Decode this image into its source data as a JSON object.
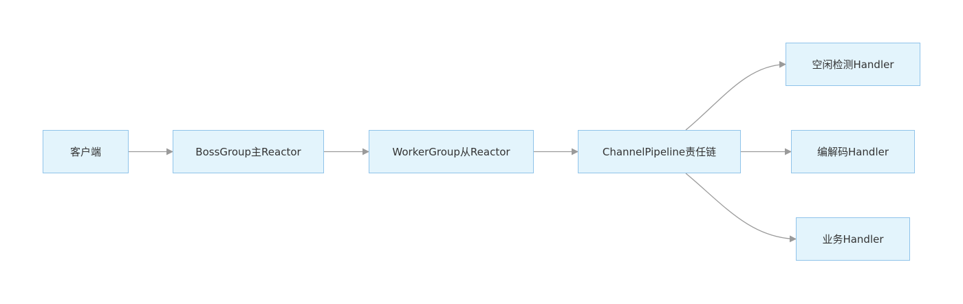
{
  "nodes": {
    "client": "客户端",
    "boss": "BossGroup主Reactor",
    "worker": "WorkerGroup从Reactor",
    "pipeline": "ChannelPipeline责任链",
    "idle_handler": "空闲检测Handler",
    "codec_handler": "编解码Handler",
    "business_handler": "业务Handler"
  },
  "edges": [
    {
      "from": "client",
      "to": "boss"
    },
    {
      "from": "boss",
      "to": "worker"
    },
    {
      "from": "worker",
      "to": "pipeline"
    },
    {
      "from": "pipeline",
      "to": "idle_handler"
    },
    {
      "from": "pipeline",
      "to": "codec_handler"
    },
    {
      "from": "pipeline",
      "to": "business_handler"
    }
  ],
  "colors": {
    "node_fill": "#e3f4fc",
    "node_border": "#8fc3ea",
    "edge": "#9a9a9a",
    "text": "#333333"
  }
}
